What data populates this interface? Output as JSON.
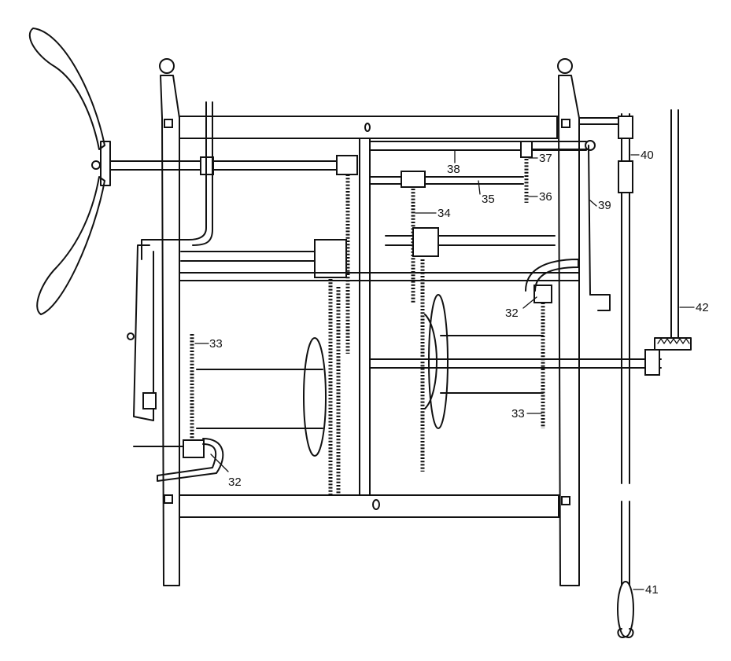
{
  "figure": {
    "labels": {
      "l32a": "32",
      "l32b": "32",
      "l33a": "33",
      "l33b": "33",
      "l34": "34",
      "l35": "35",
      "l36": "36",
      "l37": "37",
      "l38": "38",
      "l39": "39",
      "l40": "40",
      "l41": "41",
      "l42": "42"
    }
  }
}
